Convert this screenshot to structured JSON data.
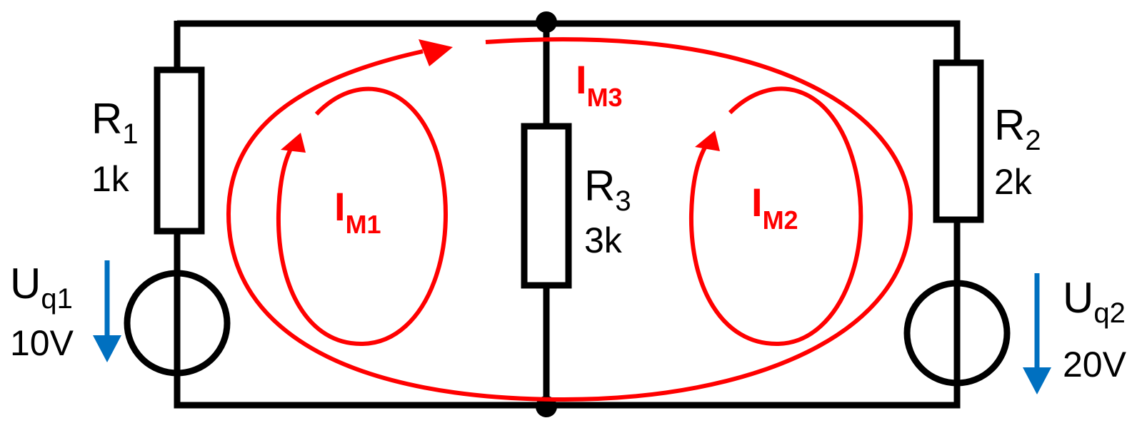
{
  "colors": {
    "wire": "#000000",
    "mesh": "#ff0000",
    "voltage_arrow": "#0070c0"
  },
  "components": {
    "r1": {
      "symbol": "R",
      "index": "1",
      "value": "1k"
    },
    "r2": {
      "symbol": "R",
      "index": "2",
      "value": "2k"
    },
    "r3": {
      "symbol": "R",
      "index": "3",
      "value": "3k"
    },
    "uq1": {
      "symbol": "U",
      "index": "q1",
      "value": "10V"
    },
    "uq2": {
      "symbol": "U",
      "index": "q2",
      "value": "20V"
    }
  },
  "currents": {
    "im1": {
      "symbol": "I",
      "index": "M1"
    },
    "im2": {
      "symbol": "I",
      "index": "M2"
    },
    "im3": {
      "symbol": "I",
      "index": "M3"
    }
  }
}
